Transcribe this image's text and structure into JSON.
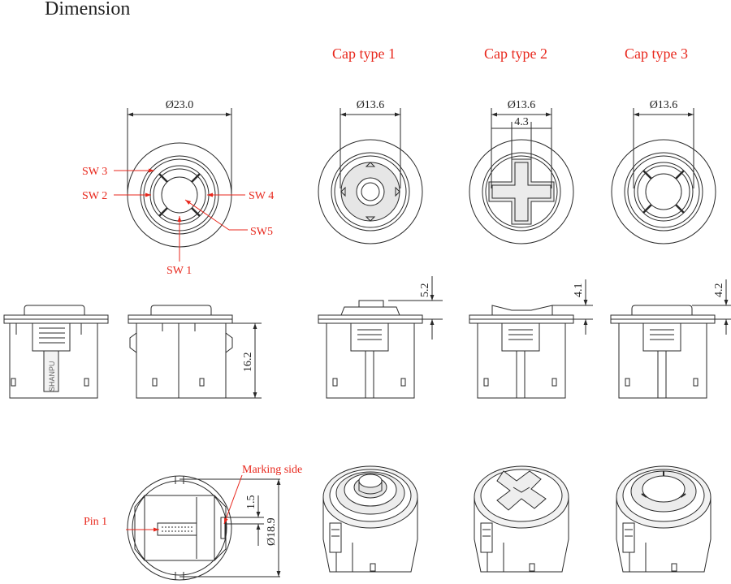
{
  "page_title": "Dimension",
  "cap_titles": [
    "Cap type 1",
    "Cap type 2",
    "Cap type 3"
  ],
  "dimensions": {
    "body_diameter": "Ø23.0",
    "cap1_diameter": "Ø13.6",
    "cap2_diameter": "Ø13.6",
    "cap2_cross_width": "4.3",
    "cap3_diameter": "Ø13.6",
    "cap1_height": "5.2",
    "cap2_height": "4.1",
    "cap3_height": "4.2",
    "body_height": "16.2",
    "bottom_diameter": "Ø18.9",
    "pin_offset": "1.5"
  },
  "switch_labels": {
    "sw1": "SW 1",
    "sw2": "SW 2",
    "sw3": "SW 3",
    "sw4": "SW 4",
    "sw5": "SW5"
  },
  "bottom_labels": {
    "marking_side": "Marking side",
    "pin1": "Pin 1"
  },
  "body_marking": "SHANPU",
  "colors": {
    "annotation": "#e8271c",
    "line": "#2a2a2a",
    "text": "#222222"
  }
}
